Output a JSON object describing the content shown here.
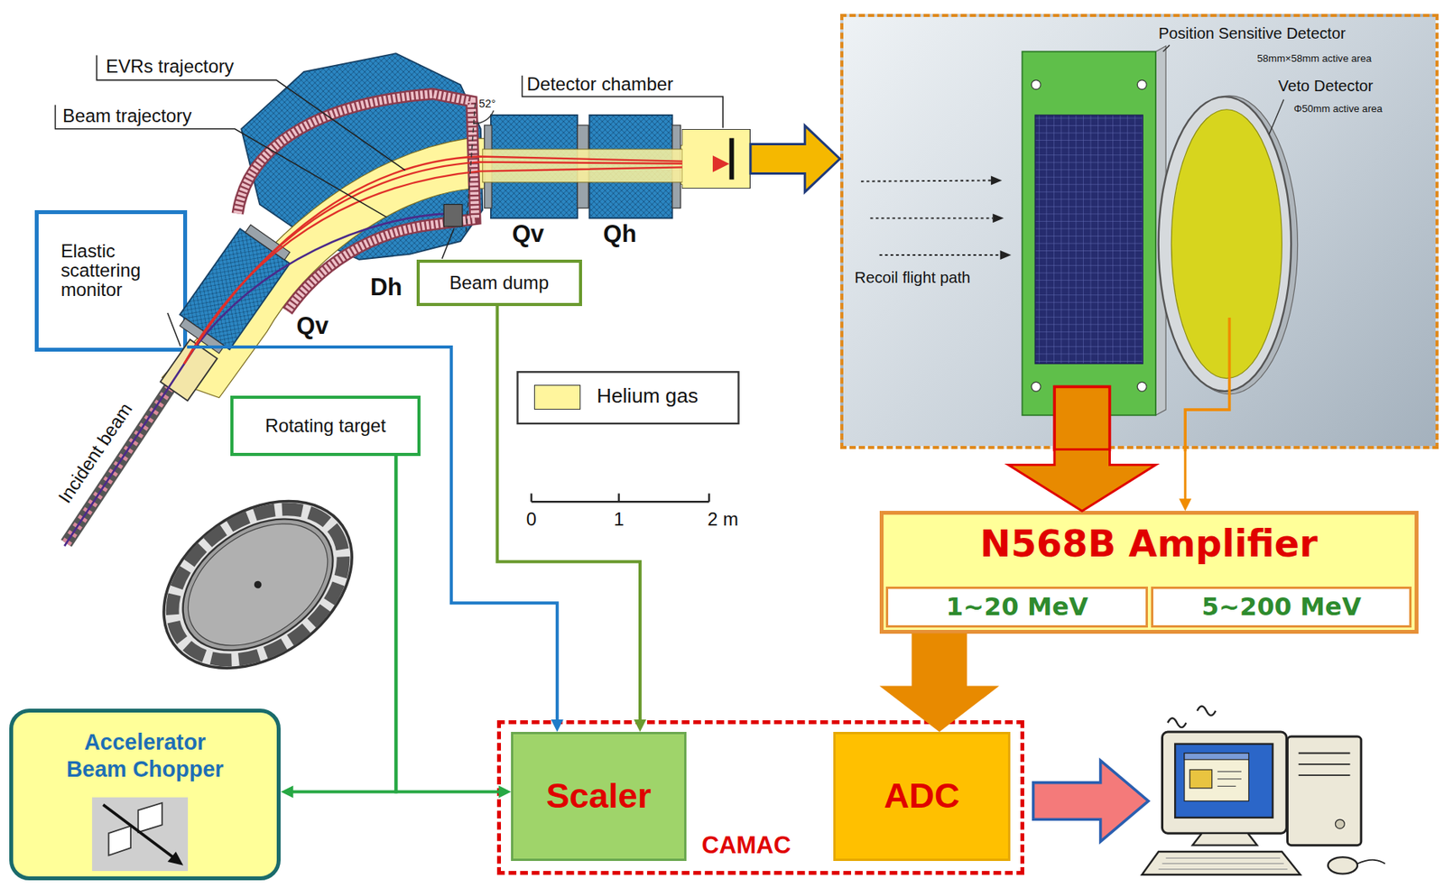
{
  "diagram": {
    "nodes": [
      {
        "text": [
          "Detector chamber"
        ]
      },
      {
        "text": [
          "Position Sensitive Detector",
          "58mm×58mm active area",
          "Veto Detector",
          "Φ50mm active area",
          "Recoil flight path"
        ]
      },
      {
        "text": [
          "Elastic scattering monitor"
        ]
      },
      {
        "text": [
          "Beam dump"
        ]
      },
      {
        "text": [
          "Rotating target"
        ]
      },
      {
        "text": [
          "N568B Amplifier"
        ]
      },
      {
        "text": [
          "1~20 MeV"
        ],
        "in": 5
      },
      {
        "text": [
          "5~200 MeV"
        ],
        "in": 5
      },
      {
        "text": [
          "Accelerator Beam Chopper"
        ]
      },
      {
        "text": [
          "CAMAC"
        ]
      },
      {
        "text": [
          "Scaler"
        ],
        "in": 9
      },
      {
        "text": [
          "ADC"
        ],
        "in": 9
      }
    ],
    "edges": [
      {
        "from": 0,
        "to": 1,
        "arrow": "to"
      },
      {
        "from": 1,
        "to": 5,
        "arrow": "to"
      },
      {
        "from": 1,
        "to": 5,
        "arrow": "to"
      },
      {
        "from": 2,
        "to": 10,
        "arrow": "to"
      },
      {
        "from": 3,
        "to": 10,
        "arrow": "to"
      },
      {
        "from": 4,
        "to": 8,
        "arrow": "to"
      },
      {
        "from": 4,
        "to": 10,
        "arrow": "to"
      },
      {
        "from": 5,
        "to": 11,
        "arrow": "to"
      }
    ],
    "labels": [
      "EVRs trajectory",
      "Beam trajectory",
      "52°",
      "Qv",
      "Qh",
      "Dh",
      "Qv",
      "Incident beam",
      "0",
      "1",
      "2 m"
    ],
    "legend": [
      {
        "text": "Helium gas",
        "color": "#fff59d"
      }
    ]
  }
}
